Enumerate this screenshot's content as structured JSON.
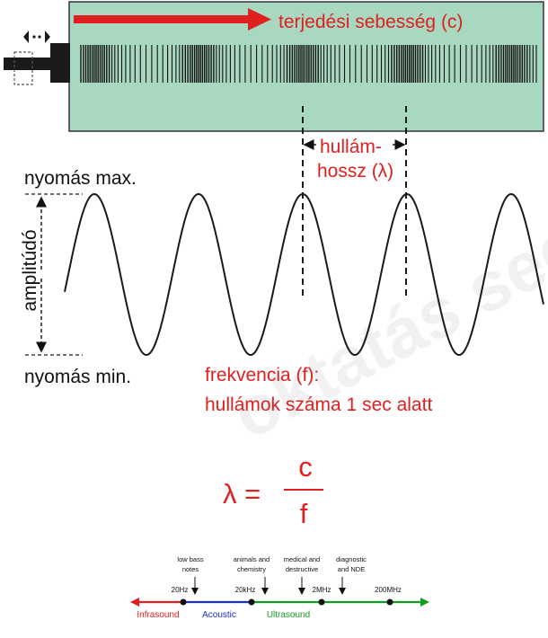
{
  "tube": {
    "speed_label": "terjedési sebesség (c)",
    "tube_color": "#a8d8bf",
    "arrow_color": "#e02020"
  },
  "wave": {
    "wavelength_label_line1": "hullám-",
    "wavelength_label_line2": "hossz (λ)",
    "pressure_max": "nyomás max.",
    "pressure_min": "nyomás min.",
    "amplitude": "amplitúdó",
    "frequency_line1": "frekvencia (f):",
    "frequency_line2": "hullámok száma 1 sec alatt",
    "accent_color": "#e02020"
  },
  "formula": {
    "lhs": "λ =",
    "numerator": "c",
    "denominator": "f"
  },
  "spectrum": {
    "annotations": [
      {
        "line1": "low bass",
        "line2": "notes"
      },
      {
        "line1": "animals and",
        "line2": "chemistry"
      },
      {
        "line1": "medical and",
        "line2": "destructive"
      },
      {
        "line1": "diagnostic",
        "line2": "and NDE"
      }
    ],
    "ticks": [
      "20Hz",
      "20kHz",
      "2MHz",
      "200MHz"
    ],
    "ranges": [
      {
        "label": "Infrasound",
        "color": "#e02020"
      },
      {
        "label": "Acoustic",
        "color": "#1a2fd0"
      },
      {
        "label": "Ultrasound",
        "color": "#10a020"
      }
    ]
  },
  "watermark": "oktatás segéd"
}
